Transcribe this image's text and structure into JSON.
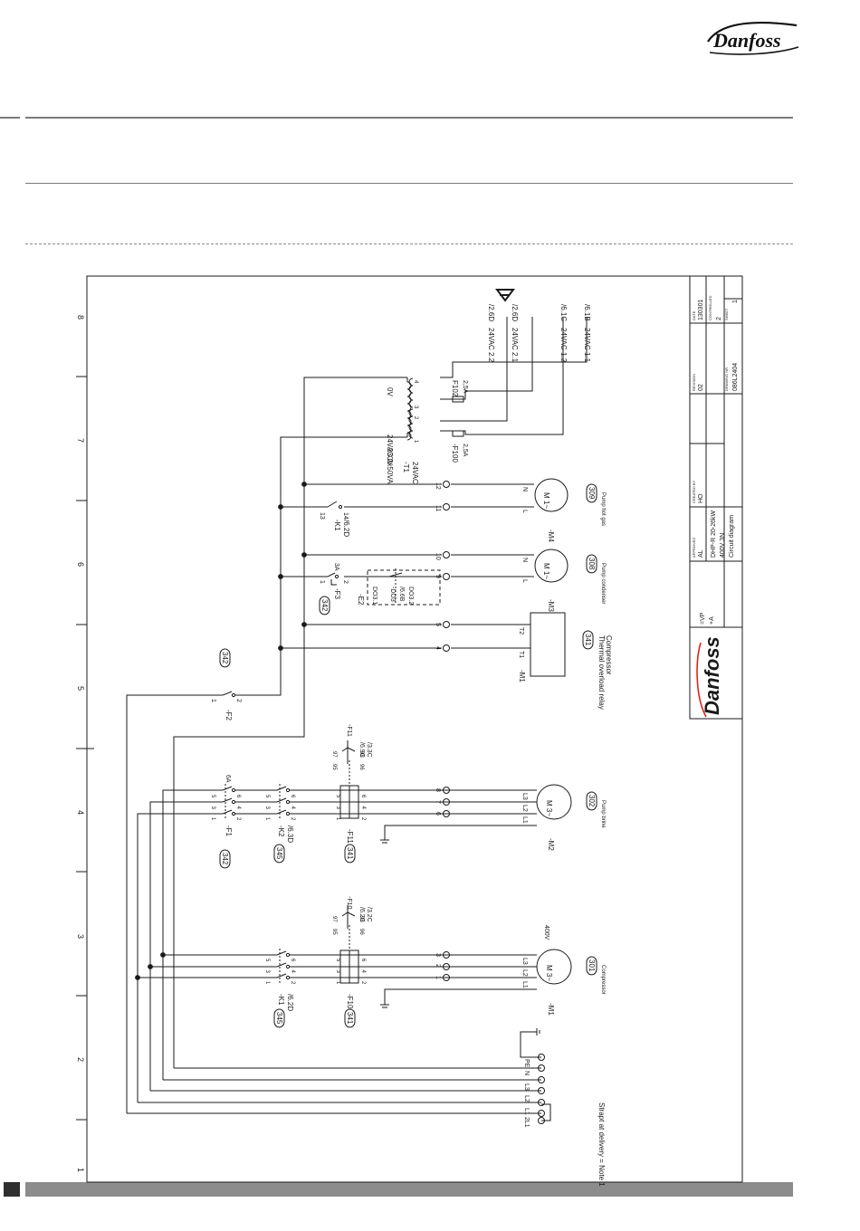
{
  "brand": {
    "name": "Danfoss",
    "color": "#e2231a"
  },
  "grid_numbers": [
    "1",
    "2",
    "3",
    "4",
    "5",
    "6",
    "7",
    "8"
  ],
  "supply_terminals": [
    "2L1",
    "L1",
    "L2",
    "L3",
    "N",
    "PE"
  ],
  "strap_note": "Strapt at delivery  = Note 1",
  "motors": {
    "compressor": {
      "tag": "-M1",
      "ref": "301",
      "label": "Compressor",
      "voltage": "400V",
      "symbol": "M 3~",
      "phases": [
        "L1",
        "L2",
        "L3"
      ],
      "terminals": [
        "1",
        "2",
        "3"
      ]
    },
    "brine_pump": {
      "tag": "-M2",
      "ref": "302",
      "label": "Pump brine",
      "symbol": "M 3~",
      "phases": [
        "L1",
        "L2",
        "L3"
      ],
      "terminals": [
        "6",
        "7",
        "8"
      ]
    },
    "pump_condenser": {
      "tag": "-M3",
      "ref": "308",
      "label": "Pump condenser",
      "symbol": "M 1~",
      "phases": [
        "L",
        "N"
      ],
      "terminals": [
        "9",
        "10"
      ]
    },
    "pump_hot_gas": {
      "tag": "-M4",
      "ref": "309",
      "label": "Pump hot gas",
      "symbol": "M 1~",
      "phases": [
        "L",
        "N"
      ],
      "terminals": [
        "11",
        "12"
      ]
    }
  },
  "overload_relay": {
    "tag": "-M1",
    "ref": "341",
    "line1": "Thermal overload relay",
    "line2": "Compressor",
    "terminals": [
      "T1",
      "T2"
    ],
    "numbers": [
      "4",
      "5"
    ]
  },
  "contactors": {
    "k1": {
      "tag": "-K1",
      "xref": "/6.2D",
      "ref": "345",
      "pins_top": [
        "1",
        "3",
        "5"
      ],
      "pins_bottom": [
        "2",
        "4",
        "6"
      ]
    },
    "k2": {
      "tag": "-K2",
      "xref": "/6.3D",
      "ref": "345",
      "pins_top": [
        "1",
        "3",
        "5"
      ],
      "pins_bottom": [
        "2",
        "4",
        "6"
      ]
    },
    "k1_aux": {
      "tag": "-K1",
      "xref": "/6.2D",
      "pins": [
        "13",
        "14"
      ]
    }
  },
  "overloads": {
    "f10": {
      "tag": "-F10",
      "ref": "341",
      "pins_top": [
        "1",
        "3",
        "5"
      ],
      "pins_bottom": [
        "2",
        "4",
        "6"
      ],
      "aux_tag": "-F10",
      "aux_pins": [
        "95",
        "96",
        "97",
        "98"
      ],
      "aux_xref1": "/6.2C",
      "aux_xref2": "/3.2C"
    },
    "f11": {
      "tag": "-F11",
      "ref": "341",
      "pins_top": [
        "1",
        "3",
        "5"
      ],
      "pins_bottom": [
        "2",
        "4",
        "6"
      ],
      "aux_tag": "-F11",
      "aux_pins": [
        "95",
        "96",
        "97",
        "98"
      ],
      "aux_xref1": "/6.9C",
      "aux_xref2": "/3.3C"
    }
  },
  "breakers": {
    "f1": {
      "tag": "-F1",
      "ref": "342",
      "rating": "6A",
      "pins_top": [
        "1",
        "3",
        "5"
      ],
      "pins_bottom": [
        "2",
        "4",
        "6"
      ]
    },
    "f2": {
      "tag": "-F2",
      "ref": "342",
      "pins": [
        "1",
        "2"
      ]
    },
    "f3": {
      "tag": "-F3",
      "ref": "342",
      "rating": "3A",
      "pins": [
        "1",
        "2"
      ]
    }
  },
  "relay_e2": {
    "tag": "-E2",
    "sub": "-DO3",
    "xref": "/6.6B",
    "pins": [
      "DO3.1",
      "DO3.2"
    ]
  },
  "transformer": {
    "tag": "-T1",
    "sub": "24VAC",
    "rating": "24VAC 2x50VA",
    "primary": "230V",
    "zero": "0V",
    "windings": [
      "1",
      "2",
      "3",
      "4"
    ]
  },
  "fuses": {
    "f100": {
      "tag": "-F100",
      "rating": "2,5A"
    },
    "f102": {
      "tag": "F102",
      "rating": "2,5A"
    }
  },
  "outputs": [
    {
      "label": "24VAC 2.2",
      "xref": "/2.6D"
    },
    {
      "label": "24VAC 2.1",
      "xref": "/2.6D"
    },
    {
      "label": "24VAC 1.2",
      "xref": "/6.1C"
    },
    {
      "label": "24VAC 1.1",
      "xref": "/6.1B"
    }
  ],
  "title_block": {
    "date_label": "DATE",
    "date": "130301",
    "controlled_label": "CONTROLLED",
    "controlled": "2",
    "sheet_label": "SHEET",
    "sheet": "1",
    "revision_label": "REVISION",
    "revision": "02",
    "drawing_label": "DRAWING NR",
    "drawing": "086L2404",
    "created_label": "CREATED BY",
    "created": "HO",
    "approved_label": "APPROVED",
    "approved": "AL",
    "product_lines": [
      "DHP-R 20-26kW",
      "400V 3N",
      "Circuit diagram"
    ],
    "designation_lines": [
      "=VP",
      "+A"
    ]
  }
}
